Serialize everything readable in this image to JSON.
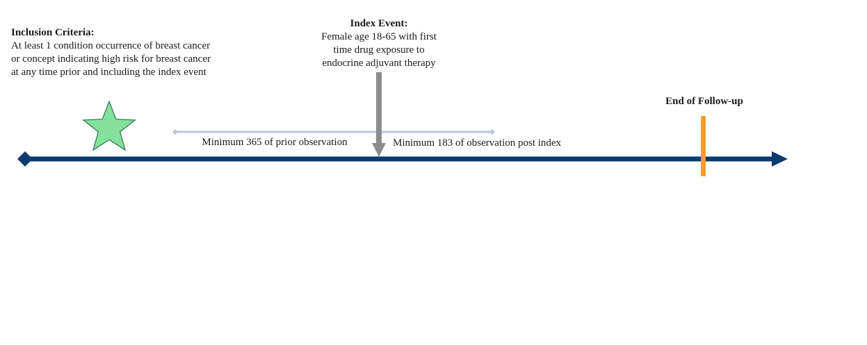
{
  "inclusion": {
    "title": "Inclusion Criteria:",
    "lines": [
      "At least 1 condition occurrence of breast cancer",
      "or concept indicating high risk for breast cancer",
      "at any time prior and including the index event"
    ]
  },
  "index_event": {
    "title": "Index Event:",
    "lines": [
      "Female age 18-65 with first",
      "time drug exposure to",
      "endocrine adjuvant therapy"
    ]
  },
  "end_of_followup": "End of Follow-up",
  "observation": {
    "prior_label": "Minimum 365 of prior observation",
    "post_label": "Minimum 183 of observation post index"
  },
  "colors": {
    "timeline": "#0b3a6e",
    "observation_window": "#b7c6d9",
    "index_arrow": "#8c8c8c",
    "end_marker": "#f0a030",
    "star_fill": "#84e29c",
    "star_stroke": "#2b6f52"
  },
  "icons": {
    "inclusion_marker": "star-icon"
  }
}
